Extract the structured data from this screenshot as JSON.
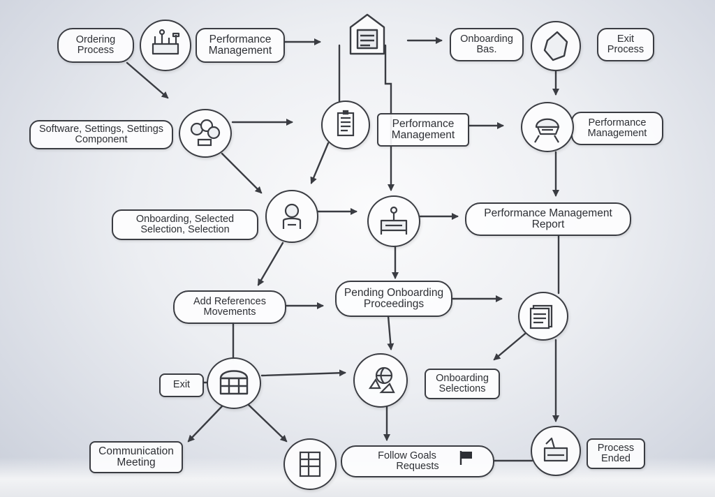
{
  "labels": {
    "ordering_process": [
      "Ordering",
      "Process"
    ],
    "performance_mgmt_top": [
      "Performance",
      "Management"
    ],
    "onboarding_top_right": [
      "Onboarding",
      "Bas."
    ],
    "exit_process": [
      "Exit",
      "Process"
    ],
    "software_settings": [
      "Software, Settings, Settings",
      "Component"
    ],
    "performance_mgmt_center": [
      "Performance",
      "Management"
    ],
    "performance_mgmt_right": [
      "Performance",
      "Management"
    ],
    "onboarding_selected": [
      "Onboarding, Selected",
      "Selection, Selection"
    ],
    "performance_mgmt_report": [
      "Performance Management",
      "Report"
    ],
    "add_references": [
      "Add References",
      "Movements"
    ],
    "pending_onboarding": [
      "Pending Onboarding",
      "Proceedings"
    ],
    "exit_small": [
      "Exit"
    ],
    "onboarding_selections": [
      "Onboarding",
      "Selections"
    ],
    "communication_meeting": [
      "Communication",
      "Meeting"
    ],
    "follow_goals": [
      "Follow Goals",
      "Requests"
    ],
    "process_ended": [
      "Process",
      "Ended"
    ]
  },
  "icons": {
    "top_doc": "clipboard-icon",
    "n_toolbox": "toolbox-icon",
    "n_shape": "document-shape-icon",
    "n_people": "people-icon",
    "n_list": "checklist-icon",
    "n_helmet": "helmet-person-icon",
    "n_person_search": "person-search-icon",
    "n_desk": "desk-icon",
    "n_files": "files-icon",
    "n_window": "window-building-icon",
    "n_globe": "globe-person-icon",
    "n_form": "form-icon",
    "n_printer": "printer-icon"
  },
  "colors": {
    "ink": "#3a3c42",
    "background": "#eceef2"
  }
}
